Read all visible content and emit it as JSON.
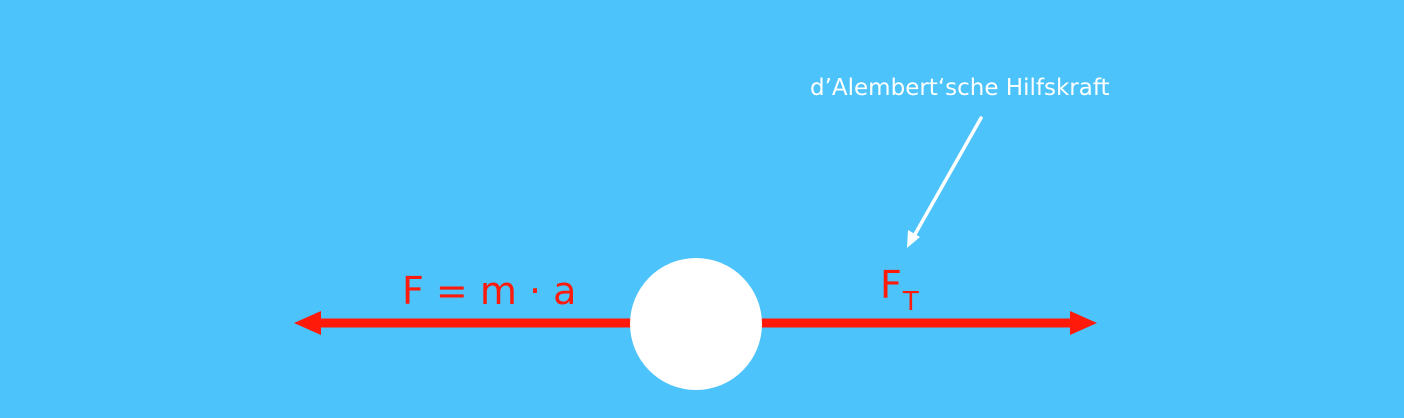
{
  "colors": {
    "background": "#4cc3fa",
    "force": "#ff1a0a",
    "ball": "#ffffff",
    "annotation": "#ffffff"
  },
  "labels": {
    "annotation": "d’Alembert‘sche Hilfskraft",
    "formula": "F = m · a",
    "ft_main": "F",
    "ft_sub": "T"
  }
}
